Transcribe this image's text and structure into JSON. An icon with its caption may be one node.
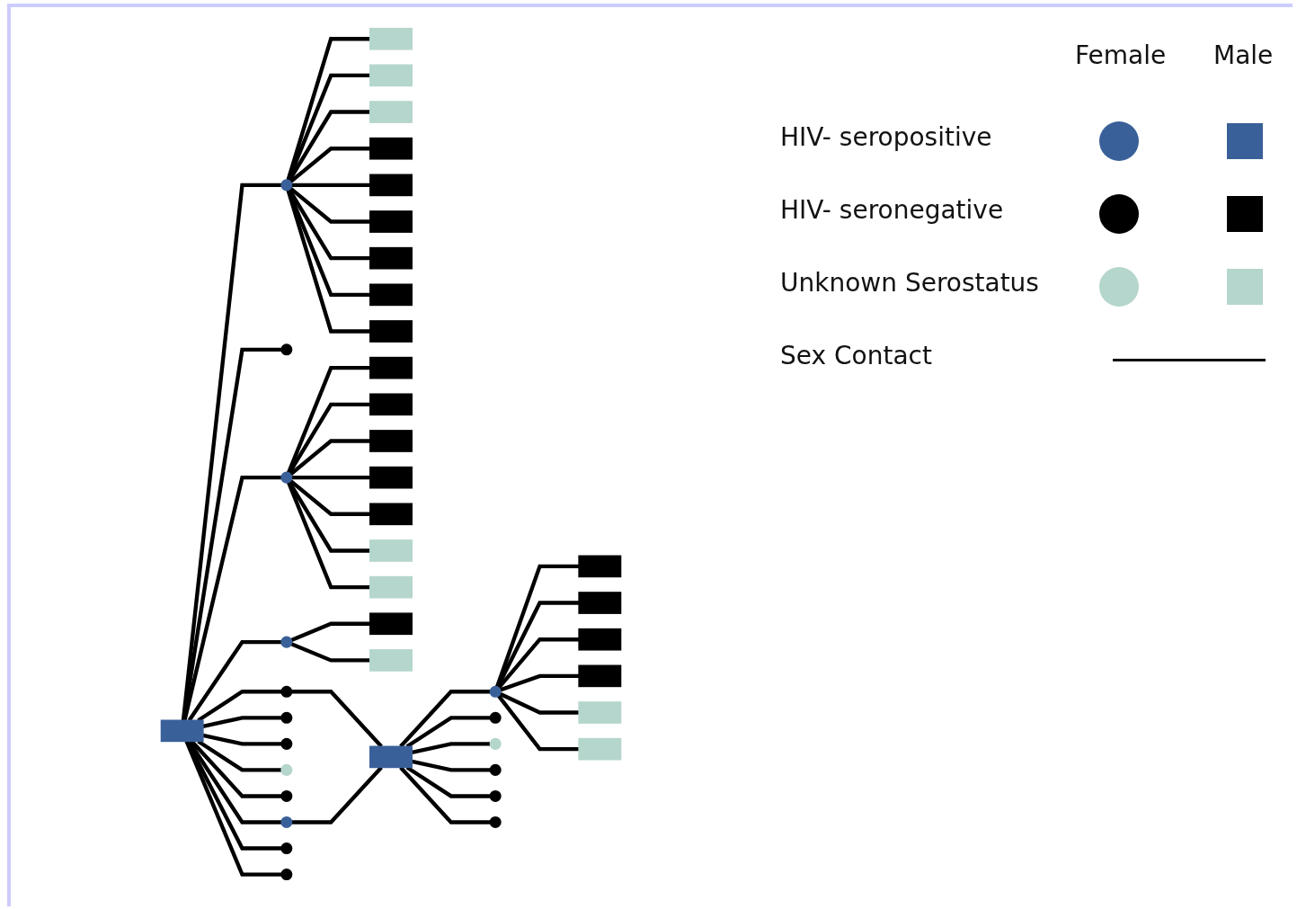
{
  "diagram": {
    "nodes": [
      {
        "text": [],
        "shape": "box"
      },
      {
        "text": [],
        "shape": "box"
      },
      {
        "text": [],
        "shape": "box"
      },
      {
        "text": [],
        "shape": "box"
      },
      {
        "text": [],
        "shape": "box"
      },
      {
        "text": [],
        "shape": "box"
      },
      {
        "text": [],
        "shape": "box"
      },
      {
        "text": [],
        "shape": "box"
      },
      {
        "text": [],
        "shape": "box"
      },
      {
        "text": [],
        "shape": "box"
      },
      {
        "text": [],
        "shape": "box"
      },
      {
        "text": [],
        "shape": "circle"
      },
      {
        "text": [],
        "shape": "box"
      },
      {
        "text": [],
        "shape": "box"
      },
      {
        "text": [],
        "shape": "box"
      },
      {
        "text": [],
        "shape": "circle"
      },
      {
        "text": [],
        "shape": "circle"
      },
      {
        "text": [],
        "shape": "box"
      },
      {
        "text": [],
        "shape": "box"
      },
      {
        "text": [],
        "shape": "circle"
      },
      {
        "text": [],
        "shape": "box"
      },
      {
        "text": [],
        "shape": "circle"
      },
      {
        "text": [],
        "shape": "box"
      },
      {
        "text": [],
        "shape": "box"
      },
      {
        "text": [],
        "shape": "circle"
      },
      {
        "text": [],
        "shape": "box"
      },
      {
        "text": [],
        "shape": "circle"
      },
      {
        "text": [],
        "shape": "box"
      },
      {
        "text": [],
        "shape": "box"
      },
      {
        "text": [],
        "shape": "circle"
      },
      {
        "text": [],
        "shape": "box"
      },
      {
        "text": [],
        "shape": "circle"
      },
      {
        "text": [],
        "shape": "circle"
      },
      {
        "text": [],
        "shape": "box"
      },
      {
        "text": [],
        "shape": "box"
      },
      {
        "text": [],
        "shape": "circle"
      },
      {
        "text": [],
        "shape": "circle"
      },
      {
        "text": [],
        "shape": "circle"
      },
      {
        "text": [],
        "shape": "box"
      },
      {
        "text": [],
        "shape": "circle"
      },
      {
        "text": [],
        "shape": "circle"
      },
      {
        "text": [],
        "shape": "circle"
      },
      {
        "text": [],
        "shape": "circle"
      },
      {
        "text": [],
        "shape": "circle"
      }
    ],
    "edges": [
      {
        "from": 16,
        "to": 0,
        "arrow": "none"
      },
      {
        "from": 16,
        "to": 8,
        "arrow": "none"
      },
      {
        "from": 16,
        "to": 10,
        "arrow": "none"
      },
      {
        "from": 16,
        "to": 13,
        "arrow": "none"
      },
      {
        "from": 16,
        "to": 17,
        "arrow": "none"
      },
      {
        "from": 16,
        "to": 18,
        "arrow": "none"
      },
      {
        "from": 16,
        "to": 1,
        "arrow": "none"
      },
      {
        "from": 16,
        "to": 2,
        "arrow": "none"
      },
      {
        "from": 16,
        "to": 3,
        "arrow": "none"
      },
      {
        "from": 15,
        "to": 4,
        "arrow": "none"
      },
      {
        "from": 15,
        "to": 5,
        "arrow": "none"
      },
      {
        "from": 15,
        "to": 6,
        "arrow": "none"
      },
      {
        "from": 15,
        "to": 7,
        "arrow": "none"
      },
      {
        "from": 15,
        "to": 9,
        "arrow": "none"
      },
      {
        "from": 15,
        "to": 12,
        "arrow": "none"
      },
      {
        "from": 15,
        "to": 14,
        "arrow": "none"
      },
      {
        "from": 28,
        "to": 16,
        "arrow": "none"
      },
      {
        "from": 28,
        "to": 11,
        "arrow": "none"
      },
      {
        "from": 28,
        "to": 15,
        "arrow": "none"
      },
      {
        "from": 24,
        "to": 22,
        "arrow": "none"
      },
      {
        "from": 24,
        "to": 25,
        "arrow": "none"
      },
      {
        "from": 28,
        "to": 24,
        "arrow": "none"
      },
      {
        "from": 28,
        "to": 21,
        "arrow": "none"
      },
      {
        "from": 28,
        "to": 19,
        "arrow": "none"
      },
      {
        "from": 28,
        "to": 26,
        "arrow": "none"
      },
      {
        "from": 28,
        "to": 31,
        "arrow": "none"
      },
      {
        "from": 28,
        "to": 35,
        "arrow": "none"
      },
      {
        "from": 28,
        "to": 36,
        "arrow": "none"
      },
      {
        "from": 28,
        "to": 39,
        "arrow": "none"
      },
      {
        "from": 28,
        "to": 40,
        "arrow": "none"
      },
      {
        "from": 21,
        "to": 34,
        "arrow": "none"
      },
      {
        "from": 36,
        "to": 34,
        "arrow": "none"
      },
      {
        "from": 34,
        "to": 29,
        "arrow": "none"
      },
      {
        "from": 34,
        "to": 32,
        "arrow": "none"
      },
      {
        "from": 34,
        "to": 37,
        "arrow": "none"
      },
      {
        "from": 34,
        "to": 41,
        "arrow": "none"
      },
      {
        "from": 34,
        "to": 42,
        "arrow": "none"
      },
      {
        "from": 34,
        "to": 43,
        "arrow": "none"
      },
      {
        "from": 29,
        "to": 20,
        "arrow": "none"
      },
      {
        "from": 29,
        "to": 23,
        "arrow": "none"
      },
      {
        "from": 29,
        "to": 27,
        "arrow": "none"
      },
      {
        "from": 29,
        "to": 30,
        "arrow": "none"
      },
      {
        "from": 29,
        "to": 33,
        "arrow": "none"
      },
      {
        "from": 29,
        "to": 38,
        "arrow": "none"
      }
    ],
    "labels": [
      "Female",
      "Male"
    ],
    "legend": [
      {
        "text": "HIV- seropositive",
        "color": "#3a6099"
      },
      {
        "text": "HIV- seronegative",
        "color": "#000000"
      },
      {
        "text": "Unknown Serostatus",
        "color": "#b5d6cc"
      },
      {
        "text": "Sex Contact"
      }
    ]
  }
}
